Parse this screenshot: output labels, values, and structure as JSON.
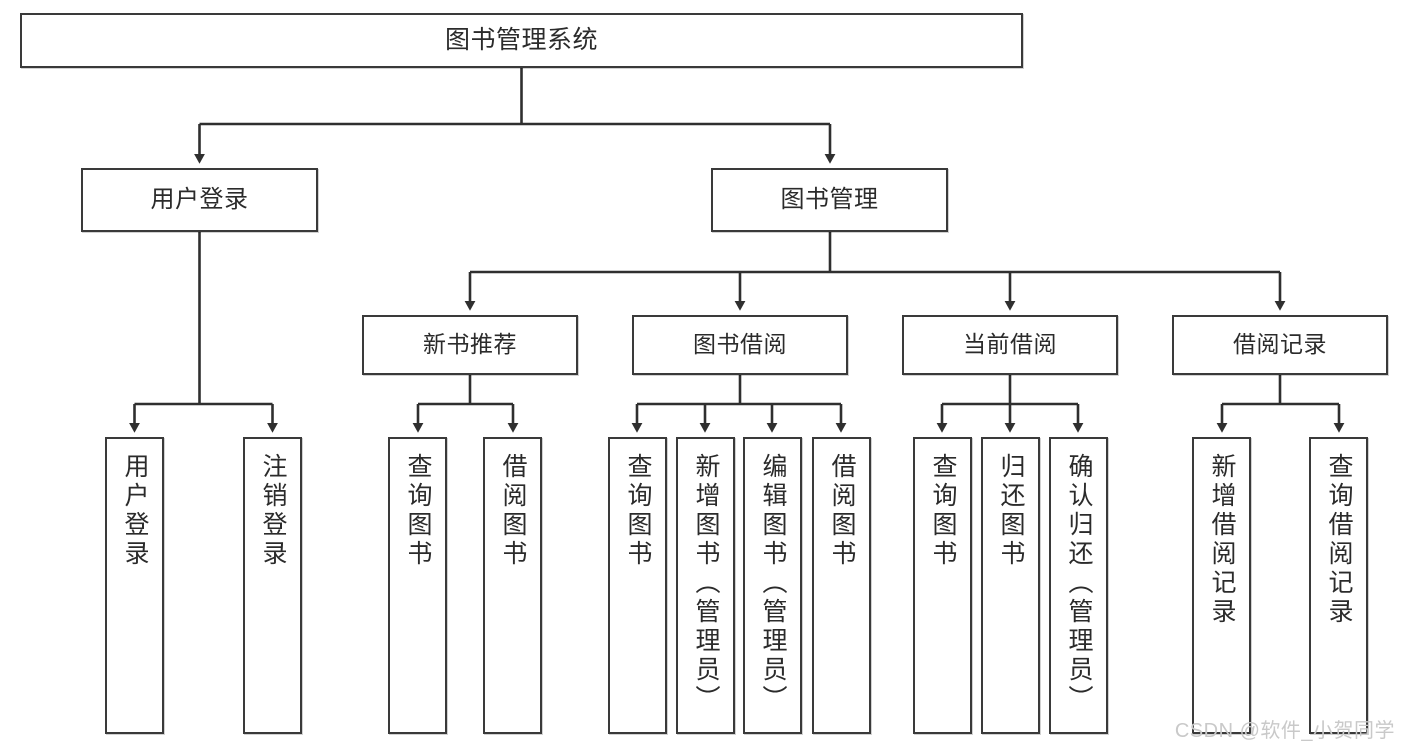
{
  "diagram": {
    "title_text": "图书管理系统",
    "type": "tree",
    "watermark": "CSDN @软件_小贺同学",
    "colors": {
      "box_border": "#3a3a3a",
      "box_fill": "#ffffff",
      "connector": "#2f2f2f",
      "text": "#2b2b2b",
      "watermark": "#c9c9c9"
    },
    "nodes": {
      "root": {
        "label": "图书管理系统"
      },
      "level2": [
        {
          "id": "user-login",
          "label": "用户登录"
        },
        {
          "id": "book-management",
          "label": "图书管理"
        }
      ],
      "level3": [
        {
          "id": "new-book-recommend",
          "label": "新书推荐"
        },
        {
          "id": "book-borrow",
          "label": "图书借阅"
        },
        {
          "id": "current-borrow",
          "label": "当前借阅"
        },
        {
          "id": "borrow-record",
          "label": "借阅记录"
        }
      ],
      "leaves": {
        "user-login": [
          {
            "id": "leaf-user-login",
            "label": "用户登录"
          },
          {
            "id": "leaf-logout-login",
            "label": "注销登录"
          }
        ],
        "new-book-recommend": [
          {
            "id": "leaf-query-book-1",
            "label": "查询图书"
          },
          {
            "id": "leaf-borrow-book-1",
            "label": "借阅图书"
          }
        ],
        "book-borrow": [
          {
            "id": "leaf-query-book-2",
            "label": "查询图书"
          },
          {
            "id": "leaf-add-book-admin",
            "label": "新增图书（管理员）"
          },
          {
            "id": "leaf-edit-book-admin",
            "label": "编辑图书（管理员）"
          },
          {
            "id": "leaf-borrow-book-2",
            "label": "借阅图书"
          }
        ],
        "current-borrow": [
          {
            "id": "leaf-query-book-3",
            "label": "查询图书"
          },
          {
            "id": "leaf-return-book",
            "label": "归还图书"
          },
          {
            "id": "leaf-confirm-return-admin",
            "label": "确认归还（管理员）"
          }
        ],
        "borrow-record": [
          {
            "id": "leaf-add-borrow-record",
            "label": "新增借阅记录"
          },
          {
            "id": "leaf-query-borrow-record",
            "label": "查询借阅记录"
          }
        ]
      }
    }
  }
}
